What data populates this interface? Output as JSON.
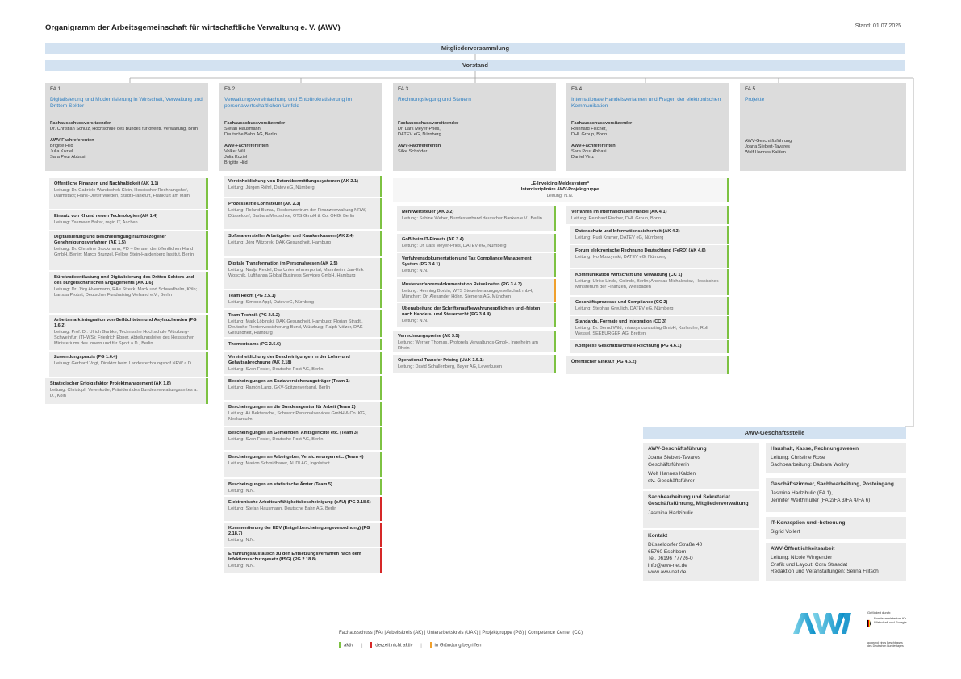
{
  "title": "Organigramm der Arbeitsgemeinschaft für wirtschaftliche Verwaltung e. V. (AWV)",
  "stand": "Stand: 01.07.2025",
  "mitgliederversammlung": "Mitgliederversammlung",
  "vorstand": "Vorstand",
  "colors": {
    "aktiv": "#7dc242",
    "nicht_aktiv": "#d62828",
    "in_gruendung": "#f0a02c",
    "accent": "#2e7fc1",
    "bar": "#d3e2f1"
  },
  "fa": [
    {
      "num": "FA 1",
      "title": "Digitalisierung und Modernisierung in Wirtschaft, Verwaltung und Drittem Sektor",
      "s1_head": "Fachausschussvorsitzender",
      "s1_body": "Dr. Christian Schulz, Hochschule des Bundes für öffentl. Verwaltung, Brühl",
      "s2_head": "AWV-Fachreferenten",
      "s2_body": "Brigitte Hild\nJulia Koziel\nSara Pour Abbasi"
    },
    {
      "num": "FA 2",
      "title": "Verwaltungsvereinfachung und Entbürokratisierung im personalwirtschaftlichen Umfeld",
      "s1_head": "Fachausschussvorsitzender",
      "s1_body": "Stefan Hausmann,\nDeutsche Bahn AG, Berlin",
      "s2_head": "AWV-Fachreferenten",
      "s2_body": "Volker Will\nJulia Koziel\nBrigitte Hild"
    },
    {
      "num": "FA 3",
      "title": "Rechnungslegung und Steuern",
      "s1_head": "Fachausschussvorsitzender",
      "s1_body": "Dr. Lars Meyer-Pries,\nDATEV eG, Nürnberg",
      "s2_head": "AWV-Fachreferentin",
      "s2_body": "Silke Schröder"
    },
    {
      "num": "FA 4",
      "title": "Internationale Handelsverfahren und Fragen der elektronischen Kommunikation",
      "s1_head": "Fachausschussvorsitzender",
      "s1_body": "Reinhard Fischer,\nDHL Group, Bonn",
      "s2_head": "AWV-Fachreferenten",
      "s2_body": "Sara Pour Abbasi\nDaniel Vinz"
    },
    {
      "num": "FA 5",
      "title": "Projekte",
      "s1_head": "",
      "s1_body": "",
      "s2_head": "AWV-Geschäftsführung",
      "s2_body": "Joana Siebert-Tavares\nWolf Hannes Kalden"
    }
  ],
  "fa1_aks": [
    {
      "t": "Öffentliche Finanzen und Nachhaltigkeit (AK 1.1)",
      "s": "Leitung: Dr. Gabriele Wandschek-Klein, Hessischer Rechnungshof, Darmstadt; Hans-Dieter Wieden, Stadt Frankfurt, Frankfurt am Main"
    },
    {
      "t": "Einsatz von KI und neuen Technologien (AK 1.4)",
      "s": "Leitung: Yasmeen Bakar, regio IT, Aachen"
    },
    {
      "t": "Digitalisierung und Beschleunigung raumbezogener Genehmigungsverfahren (AK 1.5)",
      "s": "Leitung: Dr. Christine Brockmann, PD – Berater der öffentlichen Hand GmbH, Berlin; Marco Brunzel, Fellow Stein-Hardenberg Institut, Berlin"
    },
    {
      "t": "Bürokratieentlastung und Digitalisierung des Dritten Sektors und des bürgerschaftlichen Engagements (AK 1.6)",
      "s": "Leitung: Dr. Jörg Alvermann, RAe Streck, Mack und Schwedhelm, Köln; Larissa Probst, Deutscher Fundraising Verband e.V., Berlin"
    },
    {
      "t": "Arbeitsmarktintegration von Geflüchteten und Asylsuchenden (PG 1.6.2)",
      "s": "Leitung: Prof. Dr. Ulrich Garbke, Technische Hochschule Würzburg-Schweinfurt (THWS); Friedrich Ebner, Abteilungsleiter des Hessischen Ministeriums des Innern und für Sport a.D., Berlin"
    },
    {
      "t": "Zuwendungspraxis (PG 1.6.4)",
      "s": "Leitung: Gerhard Vogt, Direktor beim Landesrechnungshof NRW a.D."
    },
    {
      "t": "Strategischer Erfolgsfaktor Projektmanagement (AK 1.8)",
      "s": "Leitung: Christoph Verenkotte, Präsident des Bundesverwaltungsamtes a. D., Köln"
    }
  ],
  "fa2_aks": [
    {
      "t": "Vereinheitlichung von Datenübermittlungssystemen (AK 2.1)",
      "s": "Leitung: Jürgen Röhrl, Datev eG, Nürnberg"
    },
    {
      "t": "Prozesskette Lohnsteuer (AK 2.3)",
      "s": "Leitung: Roland Bunau, Rechenzentrum der Finanzverwaltung NRW, Düsseldorf; Barbara Meuschke, OTS GmbH & Co. OHG, Berlin"
    },
    {
      "t": "Softwareersteller Arbeitgeber und Krankenkassen (AK 2.4)",
      "s": "Leitung: Jörg Witzorek, DAK-Gesundheit, Hamburg"
    },
    {
      "t": "Digitale Transformation im Personalwesen (AK 2.5)",
      "s": "Leitung: Nadja Reidel, Das Unternehmerportal, Mannheim; Jan-Erik Woschik, Lufthansa Global Business Services GmbH, Hamburg"
    },
    {
      "t": "Team Recht (PG 2.5.1)",
      "s": "Leitung: Simone Appl, Datev eG, Nürnberg"
    },
    {
      "t": "Team Technik (PG 2.5.2)",
      "s": "Leitung: Mark Löbinski, DAK-Gesundheit, Hamburg; Florian Stradtl, Deutsche Rentenversicherung Bund, Würzburg; Ralph Völzer, DAK-Gesundheit, Hamburg"
    },
    {
      "t": "Thementeams (PG 2.5.6)",
      "s": ""
    },
    {
      "t": "Vereinheitlichung der Bescheinigungen in der Lohn- und Gehaltsabrechnung (AK 2.18)",
      "s": "Leitung: Sven Fester, Deutsche Post AG, Berlin"
    },
    {
      "t": "Bescheinigungen an Sozialversicherungsträger (Team 1)",
      "s": "Leitung: Ramón Lang, GKV-Spitzenverband, Berlin"
    },
    {
      "t": "Bescheinigungen an die Bundesagentur für Arbeit (Team 2)",
      "s": "Leitung: Ali Bektereche, Schwarz Personalservices GmbH & Co. KG, Neckarsulm"
    },
    {
      "t": "Bescheinigungen an Gemeinden, Amtsgerichte etc. (Team 3)",
      "s": "Leitung: Sven Fester, Deutsche Post AG, Berlin"
    },
    {
      "t": "Bescheinigungen an Arbeitgeber, Versicherungen etc. (Team 4)",
      "s": "Leitung: Marion Schmidbauer, AUDI AG, Ingolstadt"
    },
    {
      "t": "Bescheinigungen an statistische Ämter (Team 5)",
      "s": "Leitung: N.N."
    },
    {
      "t": "Elektronische Arbeitsunfähigkeitsbescheinigung (eAU) (PG 2.18.6)",
      "s": "Leitung: Stefan Hausmann, Deutsche Bahn AG, Berlin"
    },
    {
      "t": "Kommentierung der EBV (Entgeltbescheinigungsverordnung) (PG 2.18.7)",
      "s": "Leitung: N.N."
    },
    {
      "t": "Erfahrungsaustausch zu den Entsetzungsverfahren nach dem Infektionsschutzgesetz (IfSG) (PG 2.18.8)",
      "s": "Leitung: N.N."
    }
  ],
  "einvoicing": {
    "t1": "„E-Invoicing-Meldesystem“",
    "t2": "Interdisziplinäre AWV-Projektgruppe",
    "s": "Leitung: N.N."
  },
  "fa3_aks": [
    {
      "t": "Mehrwertsteuer (AK 3.2)",
      "s": "Leitung: Sabine Weber, Bundesverband deutscher Banken e.V., Berlin"
    },
    {
      "t": "GoB beim IT-Einsatz (AK 3.4)",
      "s": "Leitung: Dr. Lars Meyer-Pries, DATEV eG, Nürnberg"
    },
    {
      "t": "Verfahrensdokumentation und Tax Compliance Management System (PG 3.4.1)",
      "s": "Leitung: N.N."
    },
    {
      "t": "Musterverfahrensdokumentation Reisekosten (PG 3.4.3)",
      "s": "Leitung: Henning Borkin, WTS Steuerberatungsgesellschaft mbH, München; Dr. Alexander Höhn, Siemens AG, München"
    },
    {
      "t": "Überarbeitung der Schriftenaufbewahrungspflichten und -fristen nach Handels- und Steuerrecht (PG 3.4.4)",
      "s": "Leitung: N.N."
    },
    {
      "t": "Verrechnungspreise (AK 3.5)",
      "s": "Leitung: Werner Thomas, Proforela Verwaltungs-GmbH, Ingelheim am Rhein"
    },
    {
      "t": "Operational Transfer Pricing (UAK 3.5.1)",
      "s": "Leitung: David Schallenberg, Bayer AG, Leverkusen"
    }
  ],
  "fa4_aks": [
    {
      "t": "Verfahren im internationalen Handel (AK 4.1)",
      "s": "Leitung: Reinhard Fischer, DHL Group, Bonn"
    },
    {
      "t": "Datenschutz und Informationssicherheit (AK 4.3)",
      "s": "Leitung: Rudi Kramer, DATEV eG, Nürnberg"
    },
    {
      "t": "Forum elektronische Rechnung Deutschland (FeRD) (AK 4.6)",
      "s": "Leitung: Ivo Moszynski, DATEV eG, Nürnberg"
    },
    {
      "t": "Kommunikation Wirtschaft und Verwaltung (CC 1)",
      "s": "Leitung: Ulrike Linde, Colinde, Berlin; Andreas Michalewicz, Hessisches Ministerium der Finanzen, Wiesbaden"
    },
    {
      "t": "Geschäftsprozesse und Compliance (CC 2)",
      "s": "Leitung: Stephan Greulich, DATEV eG, Nürnberg"
    },
    {
      "t": "Standards, Formate und Integration (CC 3)",
      "s": "Leitung: Dr. Bernd Wild, Intarsys consulting GmbH, Karlsruhe; Rolf Wessel, SEEBURGER AG, Bretten"
    },
    {
      "t": "Komplexe Geschäftsvorfälle Rechnung (PG 4.6.1)",
      "s": ""
    },
    {
      "t": "Öffentlicher Einkauf (PG 4.6.2)",
      "s": ""
    }
  ],
  "geschaeftsstelle": {
    "head": "AWV-Geschäftsstelle",
    "gf_head": "AWV-Geschäftsführung",
    "gf_1": "Joana Siebert-Tavares",
    "gf_1r": "Geschäftsführerin",
    "gf_2": "Wolf Hannes Kalden",
    "gf_2r": "stv. Geschäftsführer",
    "sek_head": "Sachbearbeitung und Sekretariat Geschäftsführung, Mitgliederverwaltung",
    "sek_body": "Jasmina Hadzibulic",
    "kontakt_head": "Kontakt",
    "kontakt_1": "Düsseldorfer Straße 40",
    "kontakt_2": "65760 Eschborn",
    "kontakt_3": "Tel. 06196 77726-0",
    "kontakt_4": "info@awv-net.de",
    "kontakt_5": "www.awv-net.de",
    "haus_head": "Haushalt, Kasse, Rechnungswesen",
    "haus_1": "Leitung: Christine Rose",
    "haus_2": "Sachbearbeitung: Barbara Wollny",
    "gz_head": "Geschäftszimmer, Sachbearbeitung, Posteingang",
    "gz_1": "Jasmina Hadzibulic (FA 1),",
    "gz_2": "Jennifer Werthmüller (FA 2/FA 3/FA 4/FA 6)",
    "it_head": "IT-Konzeption und -betreuung",
    "it_1": "Sigrid Vollert",
    "oe_head": "AWV-Öffentlichkeitsarbeit",
    "oe_1": "Leitung: Nicole Wingender",
    "oe_2": "Grafik und Layout: Cora Strasdat",
    "oe_3": "Redaktion und Veranstaltungen: Selina Fritsch"
  },
  "legend": {
    "line1": "Fachausschuss (FA) | Arbeitskreis (AK) | Unterarbeitskreis (UAK) | Projektgruppe (PG) | Competence Center (CC)",
    "aktiv": "aktiv",
    "nicht_aktiv": "derzeit nicht aktiv",
    "gruendung": "in Gründung begriffen"
  },
  "logo": {
    "text": "AWV",
    "icon": "awv-logo"
  },
  "bmwk": {
    "l1": "Gefördert durch:",
    "l2": "Bundesministerium für Wirtschaft und Energie",
    "l3": "aufgrund eines Beschlusses des Deutschen Bundestages",
    "icon": "bundesadler-icon"
  }
}
